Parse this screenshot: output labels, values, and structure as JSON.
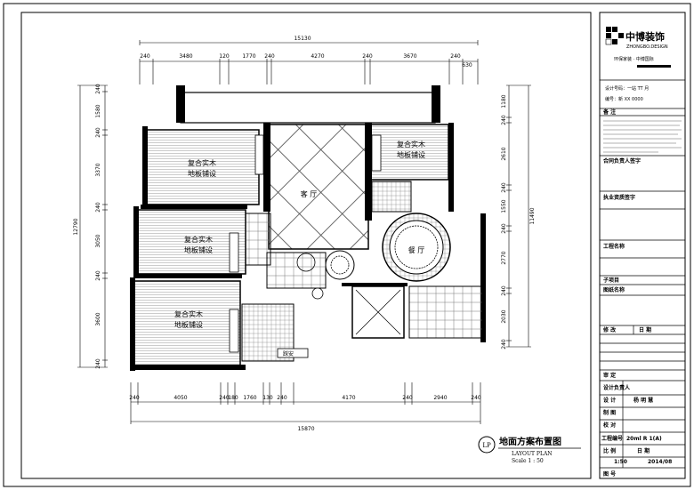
{
  "dims": {
    "top_total": "15130",
    "top": [
      "240",
      "3480",
      "120",
      "1770",
      "240",
      "4270",
      "240",
      "3670",
      "240"
    ],
    "top_right": "630",
    "bottom_total": "15870",
    "bottom": [
      "240",
      "4050",
      "240",
      "180",
      "1760",
      "130",
      "240",
      "4170",
      "240",
      "2940",
      "240"
    ],
    "left_total": "12790",
    "left": [
      "240",
      "1580",
      "240",
      "3370",
      "240",
      "3050",
      "240",
      "3600",
      "240"
    ],
    "right_total": "11490",
    "right": [
      "1180",
      "240",
      "2610",
      "240",
      "1550",
      "240",
      "2770",
      "240",
      "2030",
      "240"
    ]
  },
  "rooms": {
    "bedroom_a_1": "复合实木",
    "bedroom_a_2": "地板铺设",
    "bedroom_b_1": "复合实木",
    "bedroom_b_2": "地板铺设",
    "bedroom_c_1": "复合实木",
    "bedroom_c_2": "地板铺设",
    "bedroom_d_1": "复合实木",
    "bedroom_d_2": "地板铺设",
    "living": "客 厅",
    "dining": "餐 厅",
    "bath_label": "踩安"
  },
  "plan_title": {
    "badge": "LP",
    "title": "地面方案布置图",
    "subtitle": "LAYOUT PLAN",
    "scale": "Scale   1 : 50"
  },
  "title_block": {
    "company": "中博装饰",
    "company_en": "ZHONGBO.DESIGN",
    "slogan": "环保家装 · 中博国际",
    "contact_1": "设计号码：一站 TT 月",
    "contact_2": "编号：新 XX 0000",
    "remark_label": "备 注",
    "designer_label": "合同负责人签字",
    "exec_label": "执业资质签字",
    "project_label": "工程名称",
    "sub_label": "子项目",
    "drawing_name_label": "图纸名称",
    "change_label": "修 改",
    "date_label": "日 期",
    "review_label": "审 定",
    "designer2_label": "设计负责人",
    "design_label": "设 计",
    "design_value": "杨 明 慧",
    "draw_label": "制 图",
    "check_label": "校 对",
    "project_no_label": "工程编号",
    "project_no_value": "20ml R 1(A)",
    "ratio_label": "比 例",
    "ratio_value": "1:50",
    "date2_label": "日 期",
    "date2_value": "2014/08",
    "sheet_label": "图 号"
  }
}
